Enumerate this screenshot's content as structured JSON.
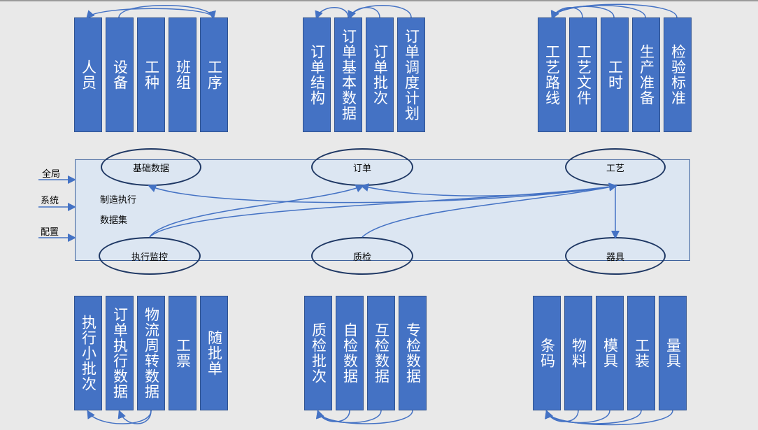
{
  "center": {
    "nodes": {
      "basic": "基础数据",
      "order": "订单",
      "process": "工艺",
      "exec": "执行监控",
      "quality": "质检",
      "tool": "器具"
    },
    "title_line1": "制造执行",
    "title_line2": "数据集"
  },
  "config_labels": [
    "全局",
    "系统",
    "配置"
  ],
  "groups": {
    "basic": [
      "人员",
      "设备",
      "工种",
      "班组",
      "工序"
    ],
    "order": [
      "订单结构",
      "订单基本数据",
      "订单批次",
      "订单调度计划"
    ],
    "process": [
      "工艺路线",
      "工艺文件",
      "工时",
      "生产准备",
      "检验标准"
    ],
    "exec": [
      "执行小批次",
      "订单执行数据",
      "物流周转数据",
      "工票",
      "随批单"
    ],
    "quality": [
      "质检批次",
      "自检数据",
      "互检数据",
      "专检数据"
    ],
    "tool": [
      "条码",
      "物料",
      "模具",
      "工装",
      "量具"
    ]
  },
  "colors": {
    "box_fill": "#4472c4",
    "panel_fill": "#dce6f2",
    "line": "#4472c4",
    "ellipse_border": "#1f3864"
  }
}
